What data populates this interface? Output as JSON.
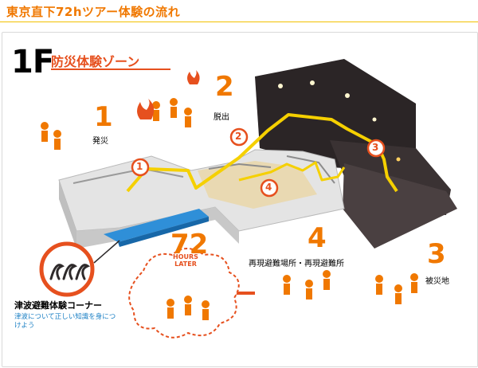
{
  "header": {
    "title": "東京直下72hツアー体験の流れ"
  },
  "zone": {
    "floor": "1F",
    "title": "防災体験ゾーン"
  },
  "steps": [
    {
      "number": "1",
      "label": "発災"
    },
    {
      "number": "2",
      "label": "脱出"
    },
    {
      "number": "3",
      "label": "被災地"
    },
    {
      "number": "4",
      "label": "再現避難場所・再現避難所"
    }
  ],
  "map_markers": [
    "1",
    "2",
    "3",
    "4"
  ],
  "tsunami": {
    "title": "津波避難体験コーナー",
    "description": "津波について正しい知識を身につけよう"
  },
  "later": {
    "number": "72",
    "line1": "HOURS",
    "line2": "LATER"
  },
  "colors": {
    "orange": "#f07800",
    "red_orange": "#e6501e",
    "yellow": "#f5d000",
    "blue": "#1a7fc4",
    "dark": "#2e2a2b"
  }
}
